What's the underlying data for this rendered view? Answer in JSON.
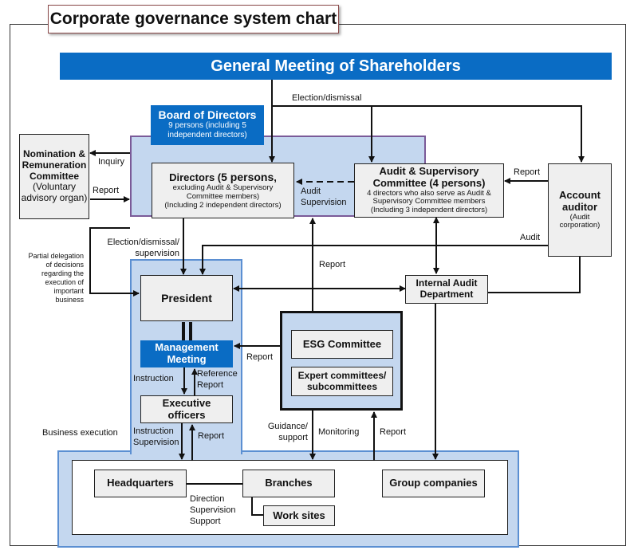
{
  "title": "Corporate governance system chart",
  "colors": {
    "primary_blue": "#0a6cc4",
    "light_blue": "#c4d7ef",
    "panel_border_blue": "#5b8fd2",
    "board_border_purple": "#7a5a98",
    "box_gray": "#efefef"
  },
  "nodes": {
    "shareholders": "General Meeting of Shareholders",
    "board": {
      "title": "Board of Directors",
      "subtitle": "9 persons (including 5 independent directors)"
    },
    "nomination": {
      "line1": "Nomination &",
      "line2": "Remuneration",
      "line3": "Committee",
      "line4": "(Voluntary",
      "line5": "advisory organ)"
    },
    "directors": {
      "title_a": "Directors (",
      "title_b": "5 persons",
      "title_c": ",",
      "line2": "excluding Audit & Supervisory",
      "line3": "Committee members)",
      "line4": "(Including 2 independent directors)"
    },
    "audit_committee": {
      "line1": "Audit & Supervisory",
      "line2": "Committee (4 persons)",
      "line3": "4 directors who also serve as Audit &",
      "line4": "Supervisory Committee members",
      "line5": "(Including 3 independent directors)"
    },
    "account_auditor": {
      "line1": "Account",
      "line2": "auditor",
      "line3": "(Audit",
      "line4": "corporation)"
    },
    "president": "President",
    "internal_audit": {
      "line1": "Internal Audit",
      "line2": "Department"
    },
    "management_meeting": {
      "line1": "Management",
      "line2": "Meeting"
    },
    "executive_officers": {
      "line1": "Executive",
      "line2": "officers"
    },
    "esg_committee": "ESG Committee",
    "expert_committees": {
      "line1": "Expert committees/",
      "line2": "subcommittees"
    },
    "headquarters": "Headquarters",
    "branches": "Branches",
    "work_sites": "Work sites",
    "group_companies": "Group companies"
  },
  "labels": {
    "election_dismissal": "Election/dismissal",
    "inquiry": "Inquiry",
    "report_nomination": "Report",
    "report_auditor": "Report",
    "audit_supervision_1": "Audit",
    "audit_supervision_2": "Supervision",
    "audit": "Audit",
    "election_dismissal_supervision_1": "Election/dismissal/",
    "election_dismissal_supervision_2": "supervision",
    "partial_delegation": [
      "Partial delegation",
      "of decisions",
      "regarding the",
      "execution of",
      "important",
      "business"
    ],
    "report_internal": "Report",
    "report_esg": "Report",
    "instruction": "Instruction",
    "reference_report_1": "Reference",
    "reference_report_2": "Report",
    "business_execution": "Business execution",
    "instruction_supervision_1": "Instruction",
    "instruction_supervision_2": "Supervision",
    "report_exec": "Report",
    "guidance_support_1": "Guidance/",
    "guidance_support_2": "support",
    "monitoring": "Monitoring",
    "report_esg_bottom": "Report",
    "direction": "Direction",
    "supervision": "Supervision",
    "support": "Support"
  }
}
